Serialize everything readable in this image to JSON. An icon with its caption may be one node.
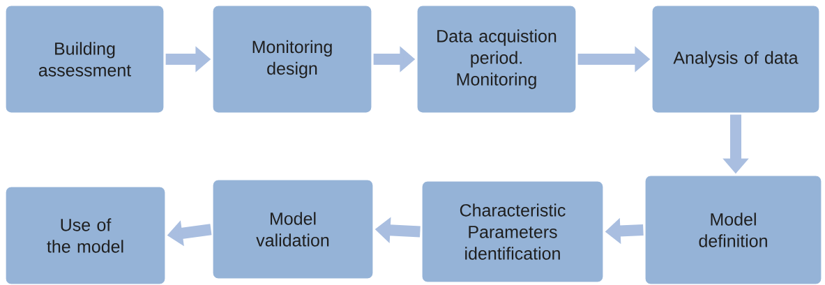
{
  "diagram": {
    "nodes": [
      {
        "text": [
          "Building assessment"
        ]
      },
      {
        "text": [
          "Monitoring design"
        ]
      },
      {
        "text": [
          "Data acquistion period. Monitoring"
        ]
      },
      {
        "text": [
          "Analysis of data"
        ]
      },
      {
        "text": [
          "Model definition"
        ]
      },
      {
        "text": [
          "Characteristic Parameters identification"
        ]
      },
      {
        "text": [
          "Model validation"
        ]
      },
      {
        "text": [
          "Use of the model"
        ]
      }
    ],
    "edges": [
      {
        "from": 0,
        "to": 1,
        "arrow": "to"
      },
      {
        "from": 1,
        "to": 2,
        "arrow": "to"
      },
      {
        "from": 2,
        "to": 3,
        "arrow": "to"
      },
      {
        "from": 3,
        "to": 4,
        "arrow": "to"
      },
      {
        "from": 4,
        "to": 5,
        "arrow": "to"
      },
      {
        "from": 5,
        "to": 6,
        "arrow": "to"
      },
      {
        "from": 6,
        "to": 7,
        "arrow": "to"
      }
    ]
  }
}
